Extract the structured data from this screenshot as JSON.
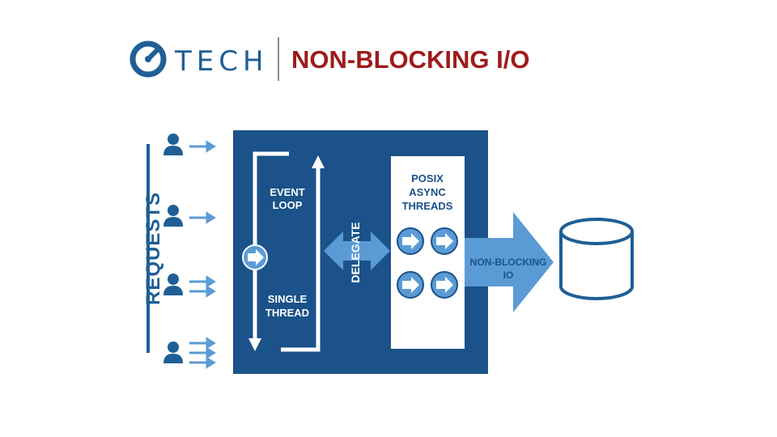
{
  "header": {
    "logo_text": "TECH",
    "title": "NON-BLOCKING I/O"
  },
  "diagram": {
    "requests_label": "REQUESTS",
    "event_loop_label": [
      "EVENT",
      "LOOP"
    ],
    "single_thread_label": [
      "SINGLE",
      "THREAD"
    ],
    "delegate_label": "DELEGATE",
    "posix_label": [
      "POSIX",
      "ASYNC",
      "THREADS"
    ],
    "nonblocking_label": [
      "NON-BLOCKING",
      "IO"
    ]
  },
  "colors": {
    "brand_blue": "#1f5f95",
    "panel_blue": "#1b5289",
    "light_blue": "#5b9bd5",
    "title_red": "#9e1b1b"
  },
  "icons": [
    "logo-ring-icon",
    "user-icon",
    "arrow-right-icon",
    "database-icon"
  ]
}
